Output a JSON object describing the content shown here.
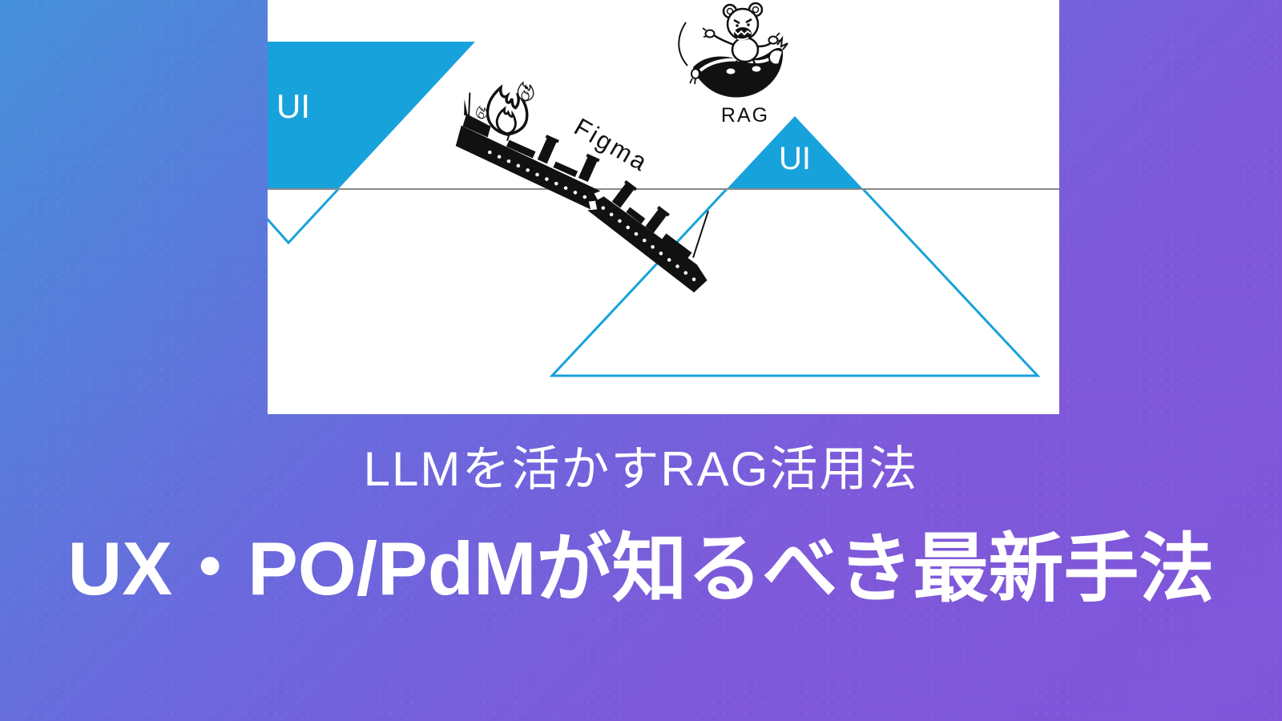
{
  "background": {
    "gradient_start": "#4590da",
    "gradient_end": "#7e59d9",
    "dot_pattern_color": "rgba(255,255,255,0.07)"
  },
  "panel": {
    "background": "#ffffff",
    "iceberg_color": "#18a2dc",
    "waterline_color": "#8a8a8a",
    "ink_color": "#111111"
  },
  "labels": {
    "left_iceberg": "UI",
    "right_iceberg": "UI",
    "ship": "Figma",
    "wave": "RAG"
  },
  "caption": {
    "subtitle": "LLMを活かすRAG活用法",
    "title": "UX・PO/PdMが知るべき最新手法",
    "text_color": "#ffffff"
  }
}
